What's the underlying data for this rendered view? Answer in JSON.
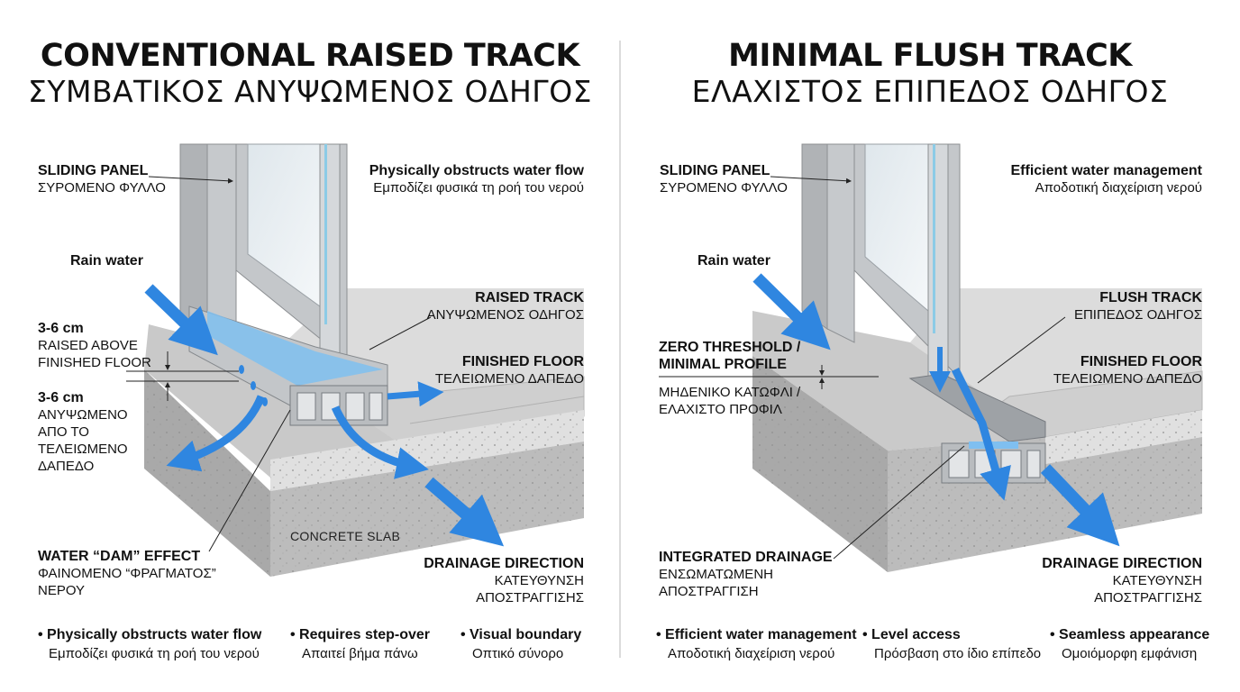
{
  "left": {
    "title_en": "CONVENTIONAL RAISED TRACK",
    "title_gr": "ΣΥΜΒΑΤΙΚΟΣ ΑΝΥΨΩΜΕΝΟΣ ΟΔΗΓΟΣ",
    "sliding_panel": {
      "en": "SLIDING PANEL",
      "gr": "ΣΥΡΟΜΕΝΟ ΦΥΛΛΟ"
    },
    "obstructs": {
      "en": "Physically obstructs water flow",
      "gr": "Εμποδίζει φυσικά τη ροή του νερού"
    },
    "rain_water": "Rain water",
    "raised_track": {
      "en": "RAISED TRACK",
      "gr": "ΑΝΥΨΩΜΕΝΟΣ ΟΔΗΓΟΣ"
    },
    "height_en": {
      "value": "3-6 cm",
      "line1": "RAISED ABOVE",
      "line2": "FINISHED FLOOR"
    },
    "finished_floor": {
      "en": "FINISHED FLOOR",
      "gr": "ΤΕΛΕΙΩΜΕΝΟ ΔΑΠΕΔΟ"
    },
    "height_gr": {
      "value": "3-6 cm",
      "line1": "ΑΝΥΨΩΜΕΝΟ",
      "line2": "ΑΠΟ ΤΟ",
      "line3": "ΤΕΛΕΙΩΜΕΝΟ",
      "line4": "ΔΑΠΕΔΟ"
    },
    "concrete_slab": "CONCRETE SLAB",
    "dam_effect": {
      "en": "WATER “DAM” EFFECT",
      "gr1": "ΦΑΙΝΟΜΕΝΟ “ΦΡΑΓΜΑΤΟΣ”",
      "gr2": "ΝΕΡΟΥ"
    },
    "drainage": {
      "en": "DRAINAGE DIRECTION",
      "gr1": "ΚΑΤΕΥΘΥΝΣΗ",
      "gr2": "ΑΠΟΣΤΡΑΓΓΙΣΗΣ"
    },
    "bullets": [
      {
        "en": "Physically obstructs water flow",
        "gr": "Εμποδίζει φυσικά τη ροή του νερού"
      },
      {
        "en": "Requires step-over",
        "gr": "Απαιτεί βήμα πάνω"
      },
      {
        "en": "Visual boundary",
        "gr": "Οπτικό σύνορο"
      }
    ]
  },
  "right": {
    "title_en": "MINIMAL FLUSH TRACK",
    "title_gr": "ΕΛΑΧΙΣΤΟΣ ΕΠΙΠΕΔΟΣ ΟΔΗΓΟΣ",
    "sliding_panel": {
      "en": "SLIDING PANEL",
      "gr": "ΣΥΡΟΜΕΝΟ ΦΥΛΛΟ"
    },
    "efficient": {
      "en": "Efficient water management",
      "gr": "Αποδοτική διαχείριση νερού"
    },
    "rain_water": "Rain water",
    "flush_track": {
      "en": "FLUSH TRACK",
      "gr": "ΕΠΙΠΕΔΟΣ ΟΔΗΓΟΣ"
    },
    "zero_threshold": {
      "en1": "ZERO THRESHOLD /",
      "en2": "MINIMAL PROFILE",
      "gr1": "ΜΗΔΕΝΙΚΟ ΚΑΤΩΦΛΙ /",
      "gr2": "ΕΛΑΧΙΣΤΟ ΠΡΟΦΙΛ"
    },
    "finished_floor": {
      "en": "FINISHED FLOOR",
      "gr": "ΤΕΛΕΙΩΜΕΝΟ ΔΑΠΕΔΟ"
    },
    "integrated": {
      "en": "INTEGRATED DRAINAGE",
      "gr1": "ΕΝΣΩΜΑΤΩΜΕΝΗ",
      "gr2": "ΑΠΟΣΤΡΑΓΓΙΣΗ"
    },
    "drainage": {
      "en": "DRAINAGE DIRECTION",
      "gr1": "ΚΑΤΕΥΘΥΝΣΗ",
      "gr2": "ΑΠΟΣΤΡΑΓΓΙΣΗΣ"
    },
    "bullets": [
      {
        "en": "Efficient water management",
        "gr": "Αποδοτική διαχείριση νερού"
      },
      {
        "en": "Level access",
        "gr": "Πρόσβαση στο ίδιο επίπεδο"
      },
      {
        "en": "Seamless appearance",
        "gr": "Ομοιόμορφη εμφάνιση"
      }
    ]
  },
  "colors": {
    "water": "#2f86e0",
    "water_light": "#9fd0f5",
    "aluminium": "#b9bcbf",
    "concrete": "#bdbdbd"
  }
}
